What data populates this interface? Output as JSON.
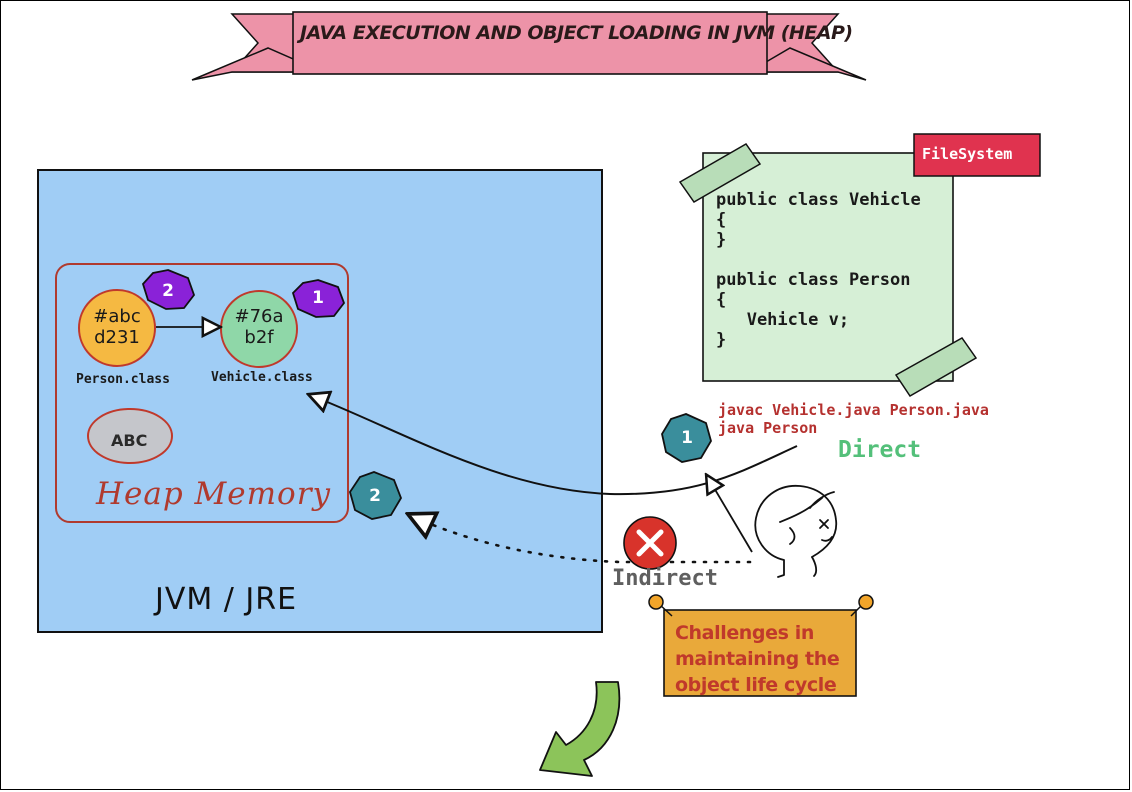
{
  "title": "JAVA EXECUTION AND OBJECT LOADING IN JVM (HEAP)",
  "filesystem": {
    "label": "FileSystem",
    "code_lines": [
      "public class Vehicle",
      "{",
      "}",
      "",
      "public class Person",
      "{",
      "   Vehicle v;",
      "}"
    ]
  },
  "commands": [
    "javac Vehicle.java Person.java",
    "java Person"
  ],
  "paths": {
    "direct_label": "Direct",
    "indirect_label": "Indirect",
    "direct_step": "1",
    "indirect_step": "2"
  },
  "jvm": {
    "label": "JVM / JRE"
  },
  "heap": {
    "label": "Heap Memory",
    "objects": [
      {
        "hash_line1": "#abc",
        "hash_line2": "d231",
        "class_name": "Person.class",
        "order": "2"
      },
      {
        "hash_line1": "#76a",
        "hash_line2": "b2f",
        "class_name": "Vehicle.class",
        "order": "1"
      },
      {
        "label": "ABC"
      }
    ]
  },
  "note": "Challenges in maintaining the object life cycle",
  "colors": {
    "jvm_fill": "#a0cdf5",
    "heap_border": "#b03a2e",
    "person_fill": "#f5b942",
    "vehicle_fill": "#8fd7a8",
    "badge_purple": "#8a22d8",
    "badge_teal": "#3a8e9c",
    "ribbon": "#ed93a8",
    "filesystem_fill": "#d6efd6",
    "filesystem_tag": "#e0334f",
    "note_fill": "#e9a93a",
    "direct_green": "#54c07a",
    "command_red": "#b5312f",
    "arrow_green": "#8cc45a"
  },
  "icons": [
    "ribbon-banner",
    "tape-strip",
    "hexagon-badge",
    "cancel-x-icon",
    "person-head-icon",
    "push-pin-icon",
    "curved-down-arrow-icon"
  ]
}
